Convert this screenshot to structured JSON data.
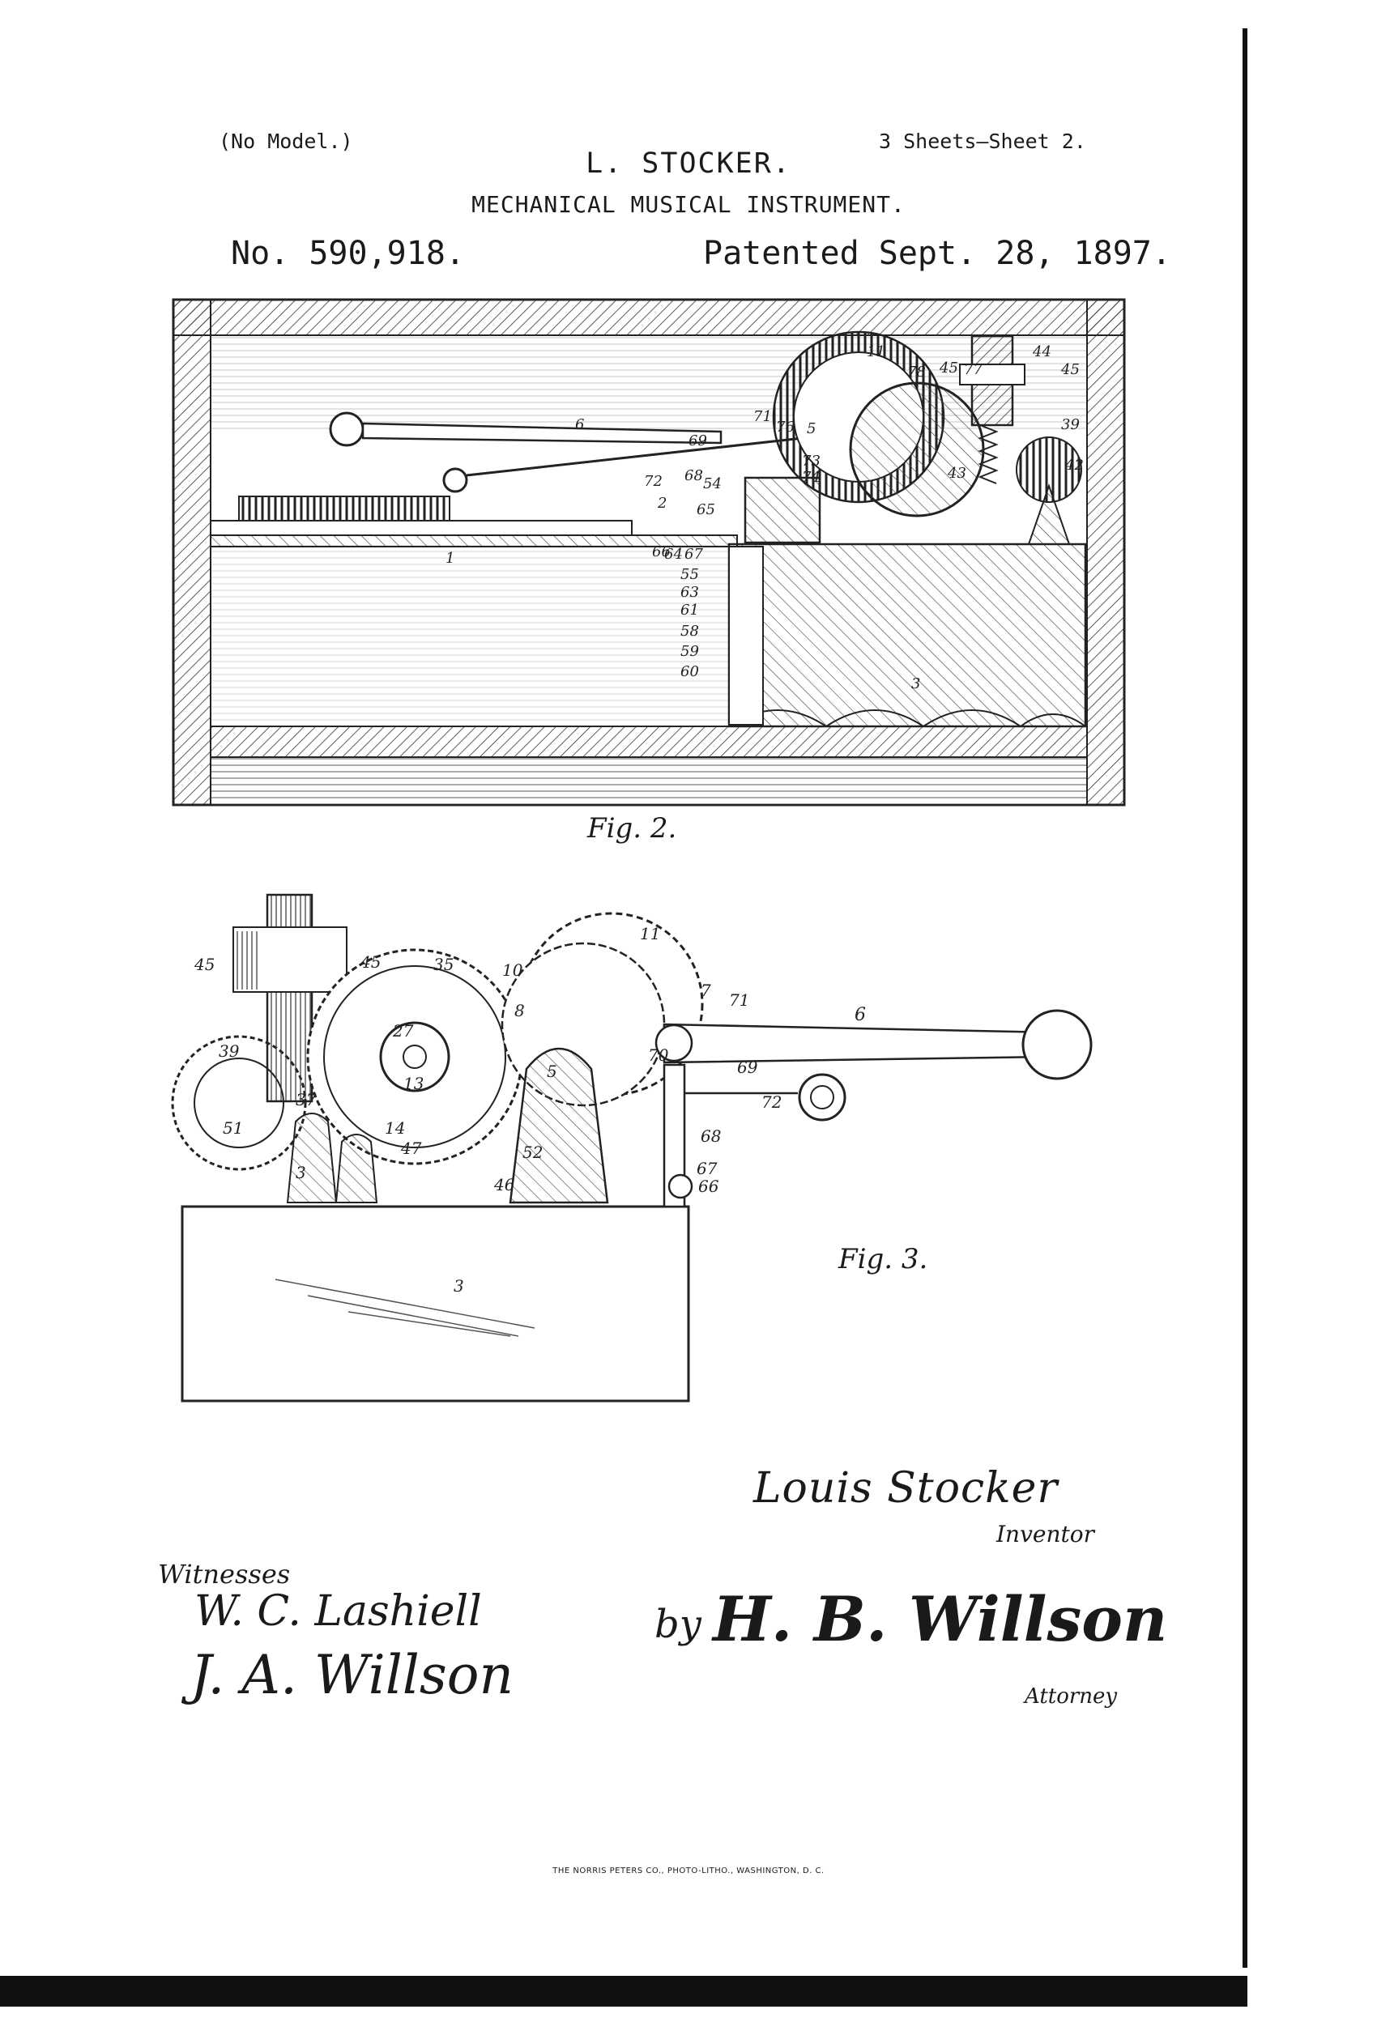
{
  "header": {
    "no_model": "(No Model.)",
    "sheets": "3 Sheets—Sheet 2.",
    "inventor_name": "L. STOCKER.",
    "title": "MECHANICAL MUSICAL INSTRUMENT.",
    "patent_number": "No. 590,918.",
    "patent_date": "Patented Sept. 28, 1897."
  },
  "figures": {
    "fig2": {
      "label": "Fig. 2.",
      "refs": [
        "11",
        "78",
        "45",
        "44",
        "45",
        "6",
        "71",
        "69",
        "76",
        "5",
        "77",
        "39",
        "42",
        "72",
        "68",
        "54",
        "73",
        "74",
        "43",
        "2",
        "65",
        "64",
        "1",
        "66",
        "67",
        "55",
        "63",
        "61",
        "58",
        "59",
        "60",
        "3"
      ]
    },
    "fig3": {
      "label": "Fig. 3.",
      "refs": [
        "11",
        "45",
        "45",
        "35",
        "10",
        "7",
        "71",
        "6",
        "8",
        "27",
        "5",
        "70",
        "69",
        "39",
        "13",
        "72",
        "37",
        "14",
        "51",
        "47",
        "52",
        "68",
        "3",
        "46",
        "67",
        "66",
        "3"
      ]
    }
  },
  "signatures": {
    "inventor_signature": "Louis Stocker",
    "inventor_caption": "Inventor",
    "witnesses_caption": "Witnesses",
    "witness_1": "W. C. Lashiell",
    "witness_2": "J. A. Willson",
    "by_label": "by",
    "attorney_signature": "H. B. Willson",
    "attorney_caption": "Attorney"
  },
  "footer": {
    "printer": "THE NORRIS PETERS CO., PHOTO-LITHO., WASHINGTON, D. C."
  }
}
